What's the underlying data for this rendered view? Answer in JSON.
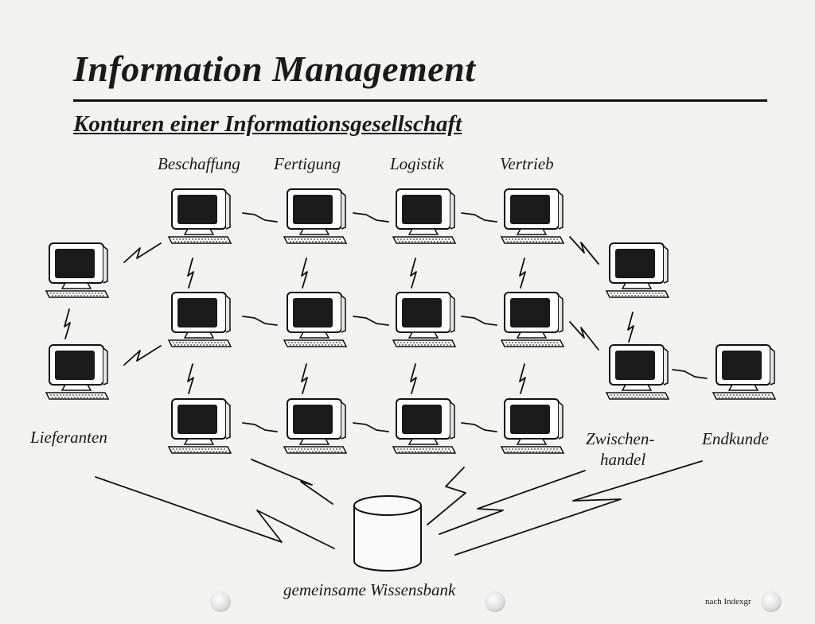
{
  "title": "Information Management",
  "subtitle": "Konturen einer Informationsgesellschaft",
  "columns": [
    "Beschaffung",
    "Fertigung",
    "Logistik",
    "Vertrieb"
  ],
  "labels": {
    "lieferanten": "Lieferanten",
    "zwischenhandel_1": "Zwischen-",
    "zwischenhandel_2": "handel",
    "endkunde": "Endkunde",
    "database": "gemeinsame Wissensbank"
  },
  "source_note": "nach Indexgr"
}
